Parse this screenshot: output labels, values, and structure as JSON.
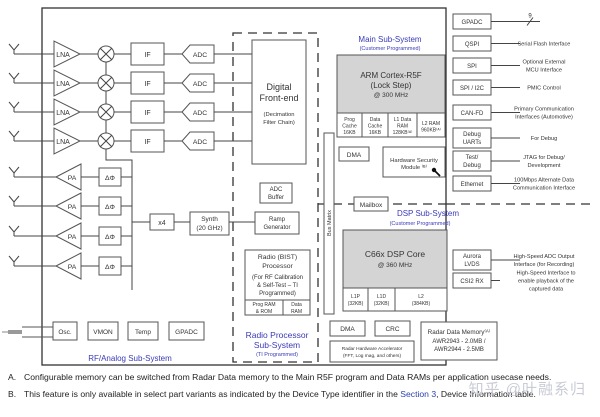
{
  "diagram": {
    "rf_subsystem": {
      "title": "RF/Analog Sub-System",
      "lna": [
        "LNA",
        "LNA",
        "LNA",
        "LNA"
      ],
      "if": [
        "IF",
        "IF",
        "IF",
        "IF"
      ],
      "adc": [
        "ADC",
        "ADC",
        "ADC",
        "ADC"
      ],
      "pa": [
        "PA",
        "PA",
        "PA",
        "PA"
      ],
      "phase_shifter": [
        "ΔΦ",
        "ΔΦ",
        "ΔΦ",
        "ΔΦ"
      ],
      "multiplier": "x4",
      "synth": [
        "Synth",
        "(20 GHz)"
      ],
      "bottom_blocks": [
        "Osc.",
        "VMON",
        "Temp",
        "GPADC"
      ]
    },
    "dfe": {
      "title": [
        "Digital",
        "Front-end"
      ],
      "subtitle": [
        "(Decimation",
        "Filter Chain)"
      ]
    },
    "radio_processor": {
      "adc_buffer": [
        "ADC",
        "Buffer"
      ],
      "ramp_generator": [
        "Ramp",
        "Generator"
      ],
      "bist": [
        "Radio (BIST)",
        "Processor",
        "(For RF Calibration",
        "& Self-Test  – TI",
        "Programmed)"
      ],
      "prog_ram": [
        "Prog RAM",
        "& ROM"
      ],
      "data_ram": [
        "Data",
        "RAM"
      ],
      "title": [
        "Radio Processor",
        "Sub-System"
      ],
      "subtitle": "(TI Programmed)"
    },
    "bus_matrix": "Bus Matrix",
    "main_subsystem": {
      "title": "Main Sub-System",
      "subtitle": "(Customer Programmed)",
      "core": [
        "ARM Cortex-R5F",
        "(Lock Step)",
        "@ 300 MHz"
      ],
      "memories": [
        [
          "Prog",
          "Cache",
          "16KB"
        ],
        [
          "Data",
          "Cache",
          "16KB"
        ],
        [
          "L1 Data",
          "RAM",
          "128KB⁽ᴬ⁾"
        ],
        [
          "L2 RAM",
          "960KB⁽ᴬ⁾"
        ]
      ],
      "dma": "DMA",
      "hsm": [
        "Hardware Security",
        "Module ⁽ᴮ⁾"
      ],
      "mailbox": "Mailbox"
    },
    "dsp_subsystem": {
      "title": "DSP Sub-System",
      "subtitle": "(Customer Programmed)",
      "core": [
        "C66x DSP Core",
        "@ 360 MHz"
      ],
      "memories": [
        [
          "L1P",
          "(32KB)"
        ],
        [
          "L1D",
          "(32KB)"
        ],
        [
          "L2",
          "(384KB)"
        ]
      ],
      "dma": "DMA",
      "crc": "CRC",
      "hwa": [
        "Radar Hardware Accelerator",
        "(FFT, Log mag, and others)"
      ],
      "radar_memory": [
        "Radar Data Memory⁽ᴬ⁾",
        "AWR2943 - 2.0MB /",
        "AWR2944 - 2.5MB"
      ]
    },
    "interfaces": [
      {
        "block": [
          "GPADC"
        ],
        "label": [
          "9"
        ]
      },
      {
        "block": [
          "QSPI"
        ],
        "label": [
          "Serial Flash Interface"
        ]
      },
      {
        "block": [
          "SPI"
        ],
        "label": [
          "Optional External",
          "MCU Interface"
        ]
      },
      {
        "block": [
          "SPI / I2C"
        ],
        "label": [
          "PMIC Control"
        ]
      },
      {
        "block": [
          "CAN-FD"
        ],
        "label": [
          "Primary Communication",
          "Interfaces (Automotive)"
        ]
      },
      {
        "block": [
          "Debug",
          "UARTs"
        ],
        "label": [
          "For Debug"
        ]
      },
      {
        "block": [
          "Test/",
          "Debug"
        ],
        "label": [
          "JTAG for Debug/",
          "Development"
        ]
      },
      {
        "block": [
          "Ethernet"
        ],
        "label": [
          "100Mbps Alternate Data",
          "Communication Interface"
        ]
      },
      {
        "block": [
          "Aurora",
          "LVDS"
        ],
        "label": [
          "High-Speed ADC Output",
          "Interface (for Recording)"
        ]
      },
      {
        "block": [
          "CSI2 RX"
        ],
        "label": [
          "High-Speed Interface to",
          "enable playback of the",
          "captured data"
        ]
      }
    ]
  },
  "notes": [
    {
      "label": "A.",
      "text": "Configurable memory can be switched from Radar Data memory to the Main R5F program and Data RAMs per application usecase needs."
    },
    {
      "label": "B.",
      "text_before": "This feature is only available in select part variants as indicated by the Device Type identifier in the ",
      "link": "Section 3",
      "text_after": ", Device Information table."
    }
  ],
  "watermark": "知乎 @叶融系归"
}
